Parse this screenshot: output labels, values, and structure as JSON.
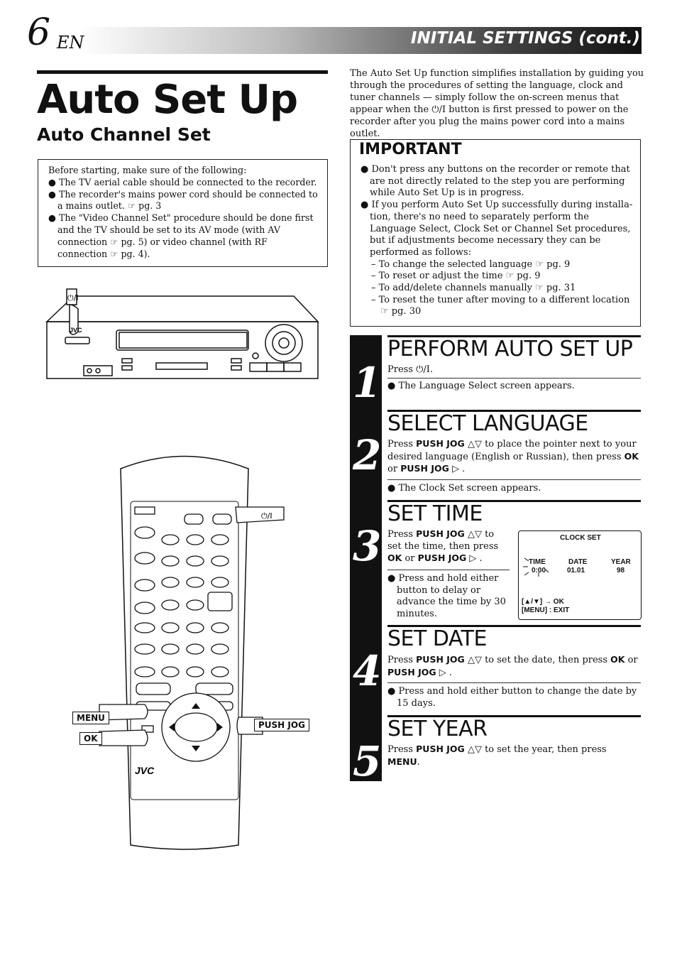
{
  "header": {
    "page_number": "6",
    "lang": "EN",
    "section_title": "INITIAL SETTINGS (cont.)"
  },
  "title": "Auto Set Up",
  "subtitle": "Auto Channel Set",
  "before_box": {
    "intro": "Before starting, make sure of the following:",
    "items": [
      "● The TV aerial cable should be connected to the recorder.",
      "● The recorder's mains power cord should be connected to a mains outlet. ☞ pg. 3",
      "● The \"Video Channel Set\" procedure should be done first and the TV should be set to its AV mode (with AV connection ☞ pg. 5) or video channel (with RF connection ☞ pg. 4)."
    ]
  },
  "intro_text": "The Auto Set Up function simplifies installation by guiding you through the procedures of setting the language, clock and tuner channels — simply follow the on-screen menus that appear when the ⏻/I button is first pressed to power on the recorder after you plug the mains power cord into a mains outlet.",
  "important": {
    "title": "IMPORTANT",
    "items": [
      "● Don't press any buttons on the recorder or remote that are not directly related to the step you are performing while Auto Set Up is in progress.",
      "● If you perform Auto Set Up successfully during installa-tion, there's no need to separately perform the Language Select, Clock Set or Channel Set procedures, but if adjustments become necessary they can be performed as follows:"
    ],
    "subitems": [
      "– To change the selected language ☞ pg. 9",
      "– To reset or adjust the time ☞ pg. 9",
      "– To add/delete channels manually ☞ pg. 31",
      "– To reset the tuner after moving to a different location ☞ pg. 30"
    ]
  },
  "steps": [
    {
      "num": "1",
      "heading": "PERFORM AUTO SET UP",
      "text": "Press ⏻/I.",
      "note": "● The Language Select screen appears."
    },
    {
      "num": "2",
      "heading": "SELECT LANGUAGE",
      "text_pre": "Press ",
      "jog": "PUSH JOG",
      "text_mid": " △▽ to place the pointer next to your desired language (English or Russian), then press ",
      "ok": "OK",
      "text_or": " or ",
      "jog2": "PUSH JOG",
      "text_end": " ▷ .",
      "note": "● The Clock Set screen appears."
    },
    {
      "num": "3",
      "heading": "SET TIME",
      "text_pre": "Press ",
      "jog": "PUSH JOG",
      "text_mid": " △▽ to set the time, then press ",
      "ok": "OK",
      "text_or": " or ",
      "jog2": "PUSH JOG",
      "text_end": " ▷ .",
      "note": "● Press and hold either button to delay or advance the time by 30 minutes."
    },
    {
      "num": "4",
      "heading": "SET DATE",
      "text_pre": "Press ",
      "jog": "PUSH JOG",
      "text_mid": " △▽ to set the date, then press ",
      "ok": "OK",
      "text_or": " or ",
      "jog2": "PUSH JOG",
      "text_end": " ▷ .",
      "note": "● Press and hold either button to change the date by 15 days."
    },
    {
      "num": "5",
      "heading": "SET YEAR",
      "text_pre": "Press ",
      "jog": "PUSH JOG",
      "text_mid": " △▽ to set the year, then press ",
      "menu": "MENU",
      "text_end": "."
    }
  ],
  "clock_screen": {
    "title": "CLOCK SET",
    "time_label": "TIME",
    "time_value": "0:00",
    "date_label": "DATE",
    "date_value": "01.01",
    "year_label": "YEAR",
    "year_value": "98",
    "nav": "[▲/▼] → OK",
    "exit": "[MENU] : EXIT"
  },
  "illustration": {
    "brand": "JVC",
    "power_label": "⏻/I",
    "callouts": {
      "menu": "MENU",
      "ok": "OK",
      "push_jog": "PUSH JOG"
    }
  }
}
